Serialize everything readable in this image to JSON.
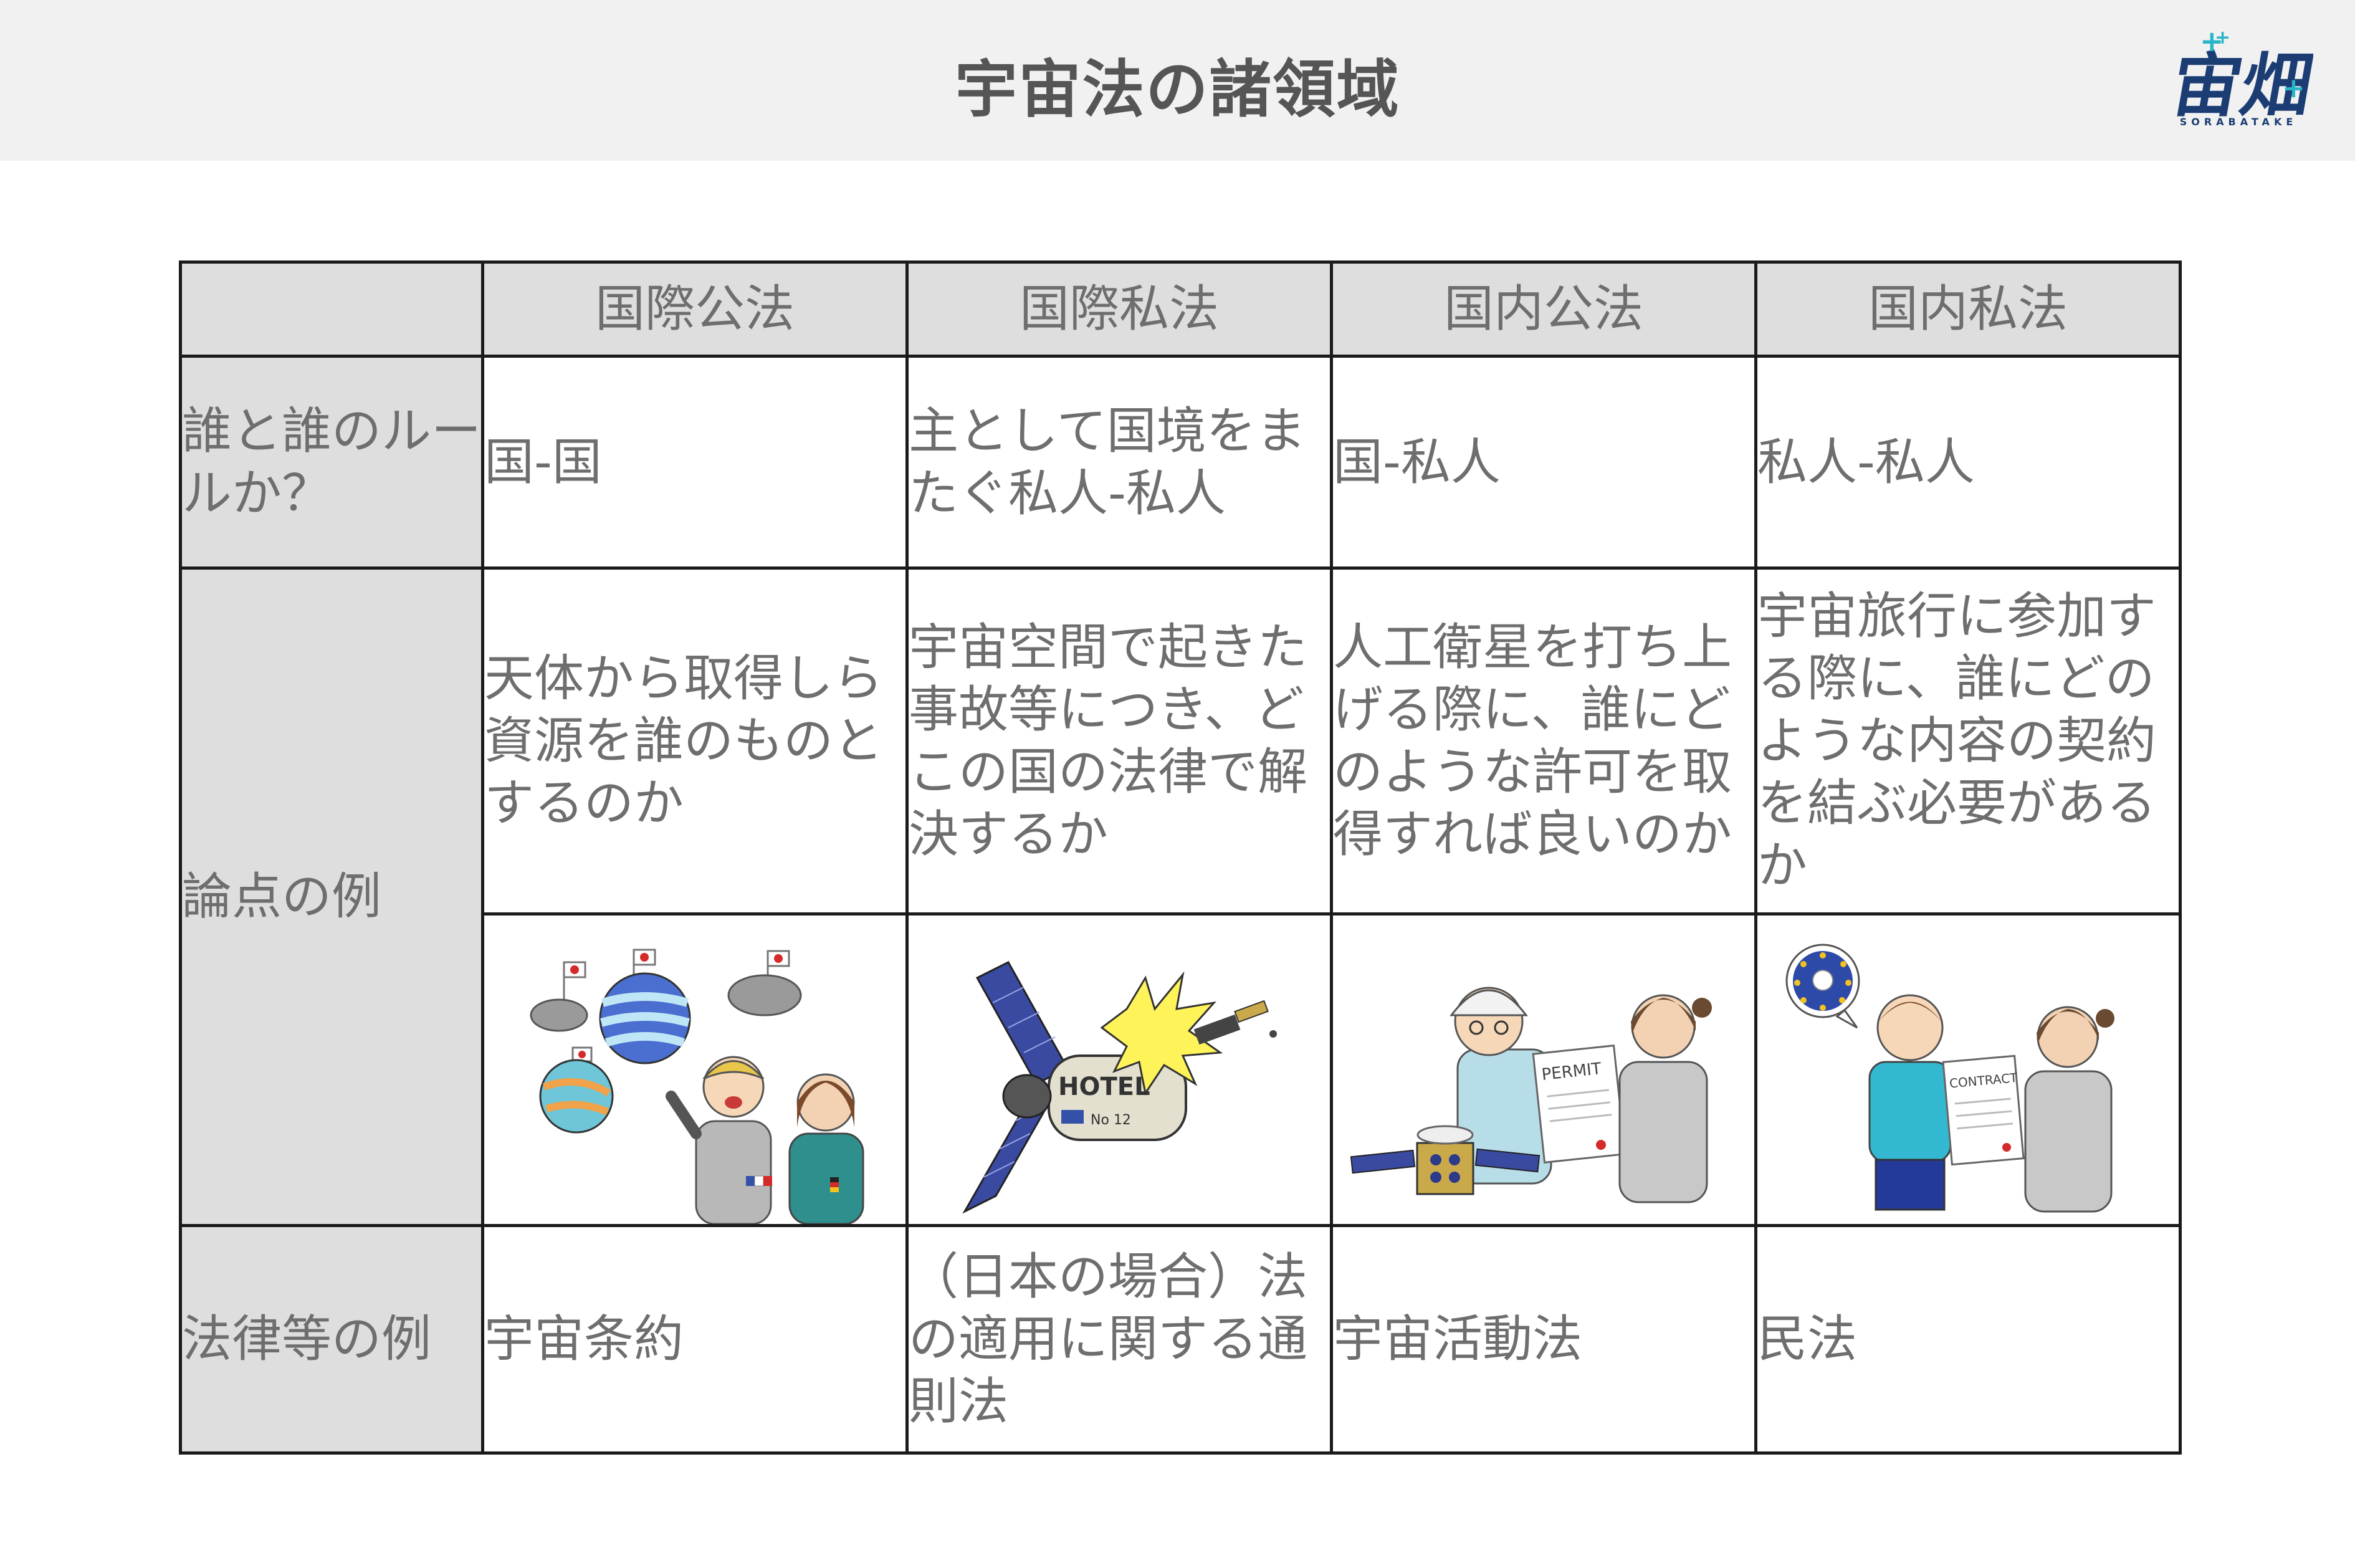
{
  "title": "宇宙法の諸領域",
  "logo": {
    "mark": "宙畑",
    "name": "SORABATAKE"
  },
  "columns": [
    "国際公法",
    "国際私法",
    "国内公法",
    "国内私法"
  ],
  "rows": [
    {
      "label": "誰と誰のルールか？",
      "cells": [
        "国-国",
        "主として国境をまたぐ私人-私人",
        "国-私人",
        "私人-私人"
      ]
    },
    {
      "label": "論点の例",
      "cells": [
        "天体から取得しら資源を誰のものとするのか",
        "宇宙空間で起きた事故等につき、どこの国の法律で解決するか",
        "人工衛星を打ち上げる際に、誰にどのような許可を取得すれば良いのか",
        "宇宙旅行に参加する際に、誰にどのような内容の契約を結ぶ必要があるか"
      ]
    },
    {
      "label": "法律等の例",
      "cells": [
        "宇宙条約",
        "（日本の場合）法の適用に関する通則法",
        "宇宙活動法",
        "民法"
      ]
    }
  ],
  "illustrations": [
    {
      "icon": "planets-and-diplomats-illustration"
    },
    {
      "icon": "satellite-hotel-collision-illustration",
      "signs": [
        "HOTEL",
        "No 12"
      ]
    },
    {
      "icon": "satellite-permit-illustration",
      "signs": [
        "PERMIT"
      ]
    },
    {
      "icon": "space-travel-contract-illustration",
      "signs": [
        "CONTRACT"
      ]
    }
  ],
  "colors": {
    "header_bg": "#f1f1f1",
    "header_cell_bg": "#dedede",
    "text": "#6e6e6e",
    "border": "#1a1a1a",
    "logo_navy": "#1b3d74",
    "logo_accent": "#29b6c8"
  }
}
